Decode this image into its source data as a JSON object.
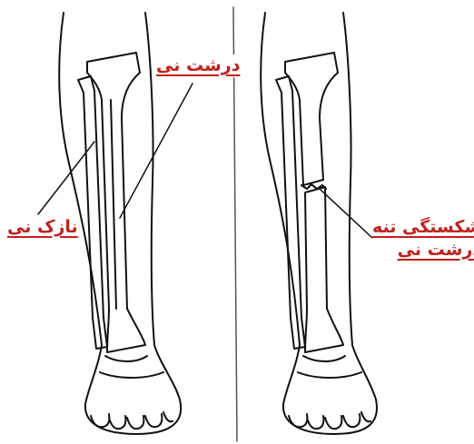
{
  "diagram": {
    "labels": {
      "tibia_left": "درشت نی",
      "fibula_left": "نازک نی",
      "fracture_line1": "شکستگی تنه",
      "fracture_line2": "درشت نی"
    },
    "colors": {
      "line": "#111111",
      "label": "#c0211c",
      "background": "#ffffff"
    }
  }
}
